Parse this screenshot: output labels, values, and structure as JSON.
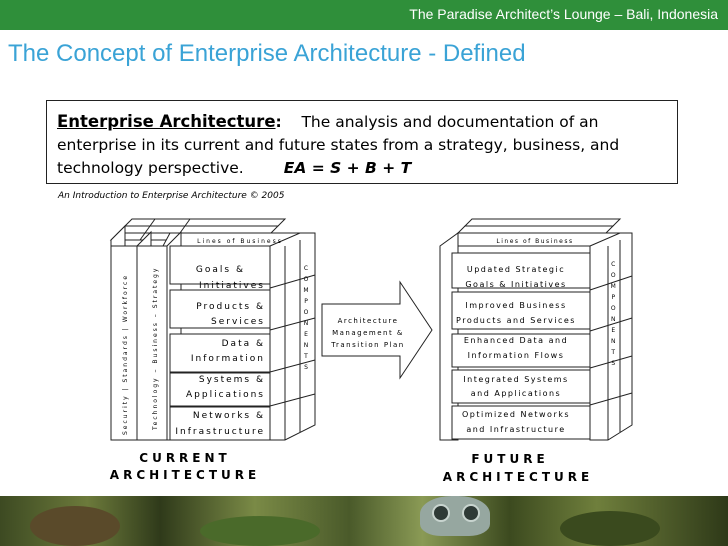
{
  "header": {
    "banner": "The Paradise Architect’s Lounge – Bali, Indonesia"
  },
  "slide": {
    "title": "The Concept of Enterprise Architecture - Defined"
  },
  "definition": {
    "term": "Enterprise Architecture",
    "colon": ":",
    "text": "The analysis and documentation of an enterprise in its current and future states from a strategy, business, and technology perspective.",
    "formula": "EA = S + B + T"
  },
  "citation": "An Introduction to Enterprise Architecture © 2005",
  "diagram": {
    "current": {
      "top_label": "Lines of Business",
      "rows": [
        "Goals & Initiatives",
        "Products & Services",
        "Data & Information",
        "Systems & Applications",
        "Networks & Infrastructure"
      ],
      "side_label_1": "Security | Standards | Workforce",
      "side_label_2": "Technology – Business – Strategy",
      "right_label": "COMPONENTS",
      "caption_1": "CURRENT",
      "caption_2": "ARCHITECTURE"
    },
    "arrow": {
      "lines": [
        "Architecture",
        "Management &",
        "Transition Plan"
      ]
    },
    "future": {
      "top_label": "Lines of Business",
      "rows": [
        "Updated Strategic Goals & Initiatives",
        "Improved Business Products and Services",
        "Enhanced Data and Information Flows",
        "Integrated Systems and Applications",
        "Optimized Networks and Infrastructure"
      ],
      "right_label": "COMPONENTS",
      "caption_1": "FUTURE",
      "caption_2": "ARCHITECTURE"
    }
  },
  "colors": {
    "banner": "#2f8f3a",
    "title": "#3aa3d6",
    "cube_face": "#ffffff",
    "cube_line": "#222222"
  }
}
